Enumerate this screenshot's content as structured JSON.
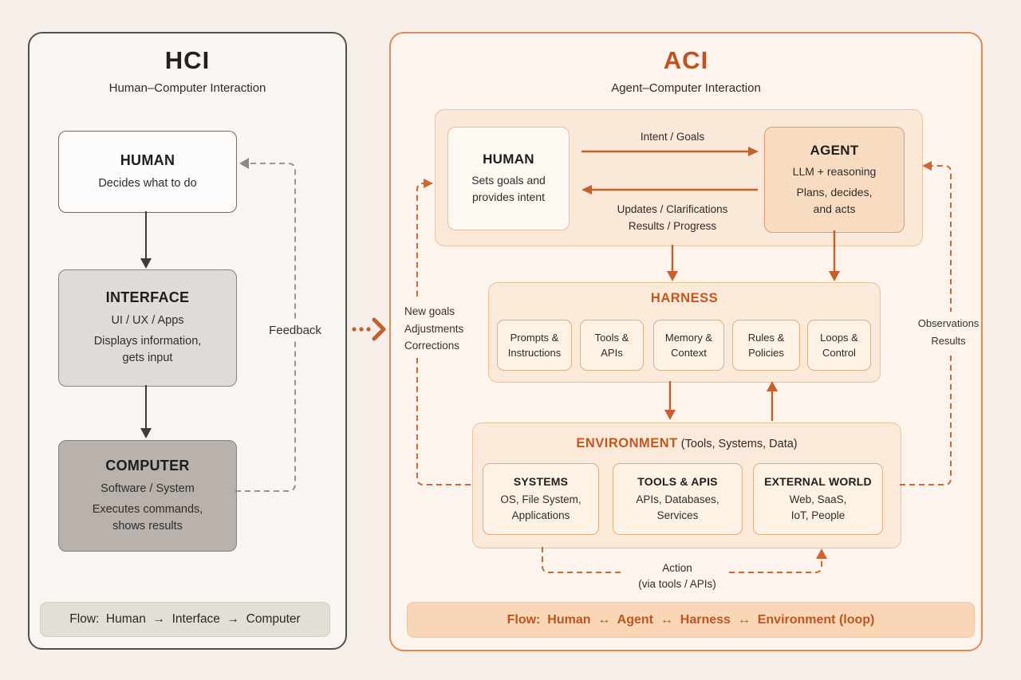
{
  "colors": {
    "page_bg": "#f6efe9",
    "hci_border": "#52504d",
    "aci_border": "#dd8b55",
    "accent_orange": "#c65f2a",
    "orange_heading": "#c5571e",
    "peach_fill": "#fbe9d9",
    "computer_gray": "#b9b1ac"
  },
  "hci": {
    "title": "HCI",
    "subtitle": "Human–Computer Interaction",
    "human": {
      "title": "HUMAN",
      "lines": [
        "Decides what to do"
      ]
    },
    "interface": {
      "title": "INTERFACE",
      "lines": [
        "UI / UX / Apps",
        "Displays information,",
        "gets input"
      ]
    },
    "computer": {
      "title": "COMPUTER",
      "lines": [
        "Software / System",
        "Executes commands,",
        "shows results"
      ]
    },
    "feedback_label": "Feedback",
    "flow": "Flow:  Human  →  Interface  →  Computer"
  },
  "connector_between_panels": "dotted-arrow-right",
  "aci": {
    "title": "ACI",
    "subtitle": "Agent–Computer Interaction",
    "human": {
      "title": "HUMAN",
      "lines": [
        "Sets goals and",
        "provides intent"
      ]
    },
    "agent": {
      "title": "AGENT",
      "lines": [
        "LLM + reasoning",
        "Plans, decides,",
        "and acts"
      ]
    },
    "arrow_labels": {
      "intent": "Intent / Goals",
      "updates": "Updates / Clarifications",
      "results": "Results / Progress"
    },
    "harness": {
      "title": "HARNESS",
      "items": [
        {
          "line1": "Prompts &",
          "line2": "Instructions"
        },
        {
          "line1": "Tools &",
          "line2": "APIs"
        },
        {
          "line1": "Memory &",
          "line2": "Context"
        },
        {
          "line1": "Rules &",
          "line2": "Policies"
        },
        {
          "line1": "Loops &",
          "line2": "Control"
        }
      ]
    },
    "environment": {
      "title": "ENVIRONMENT",
      "suffix": "(Tools, Systems, Data)",
      "items": [
        {
          "title": "SYSTEMS",
          "lines": [
            "OS, File System,",
            "Applications"
          ]
        },
        {
          "title": "TOOLS & APIS",
          "lines": [
            "APIs, Databases,",
            "Services"
          ]
        },
        {
          "title": "EXTERNAL WORLD",
          "lines": [
            "Web, SaaS,",
            "IoT, People"
          ]
        }
      ]
    },
    "side_labels": {
      "left": [
        "New goals",
        "Adjustments",
        "Corrections"
      ],
      "right": [
        "Observations",
        "Results"
      ]
    },
    "action": {
      "line1": "Action",
      "line2": "(via tools / APIs)"
    },
    "flow": "Flow:  Human  ↔  Agent  ↔  Harness  ↔  Environment (loop)"
  }
}
